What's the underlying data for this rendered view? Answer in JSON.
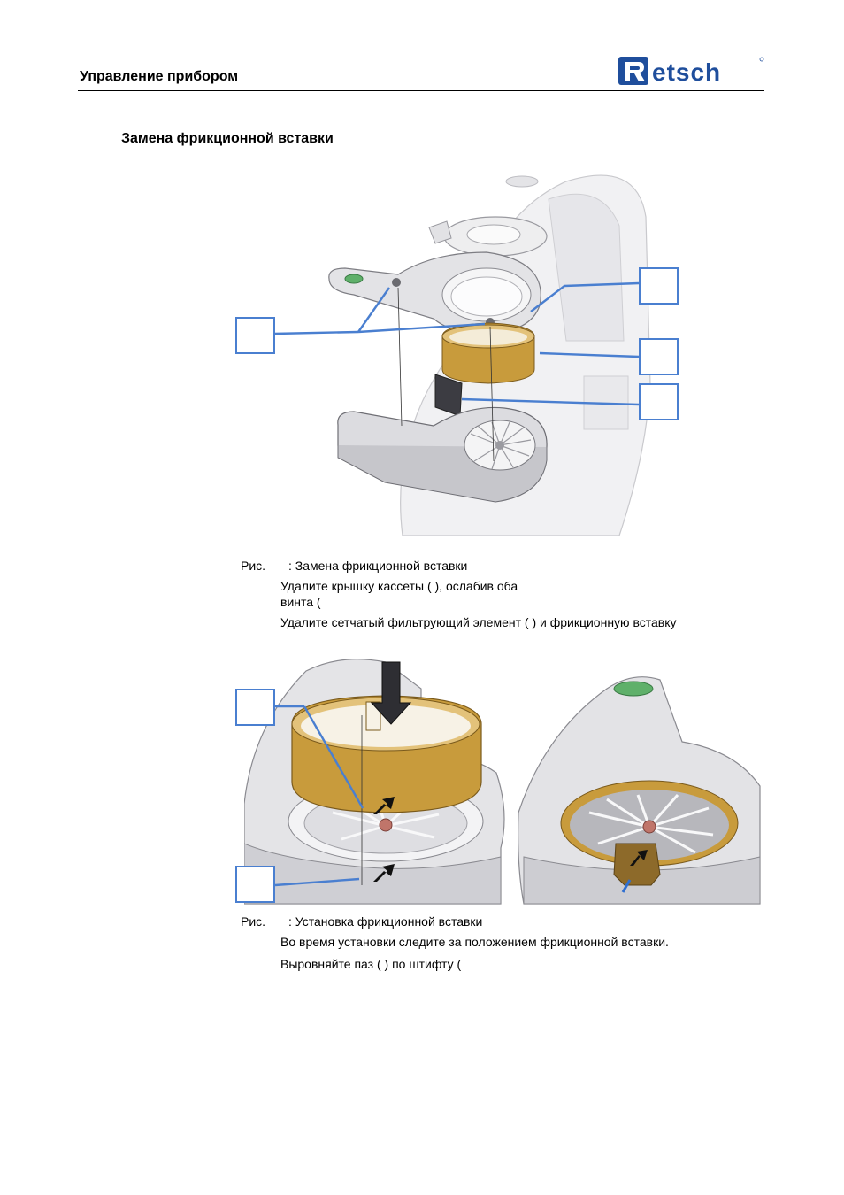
{
  "header": {
    "title": "Управление прибором",
    "logo_text": "Retsch"
  },
  "section": {
    "title": "Замена фрикционной вставки"
  },
  "figure1": {
    "caption_prefix": "Рис.",
    "caption_text": ": Замена фрикционной вставки",
    "step1_line1": "Удалите крышку кассеты (   ), ослабив оба",
    "step1_line2": "винта (",
    "step2": "Удалите сетчатый фильтрующий элемент (   ) и фрикционную вставку"
  },
  "figure2": {
    "caption_prefix": "Рис.",
    "caption_text": ": Установка фрикционной вставки",
    "step1": "Во время установки следите за положением фрикционной вставки.",
    "step2": "Выровняйте паз (     ) по штифту ("
  },
  "colors": {
    "callout_border": "#4a7fd0",
    "gold": "#c89b3c",
    "logo_blue": "#1f4e9c",
    "metal": "#d8d8dc"
  }
}
